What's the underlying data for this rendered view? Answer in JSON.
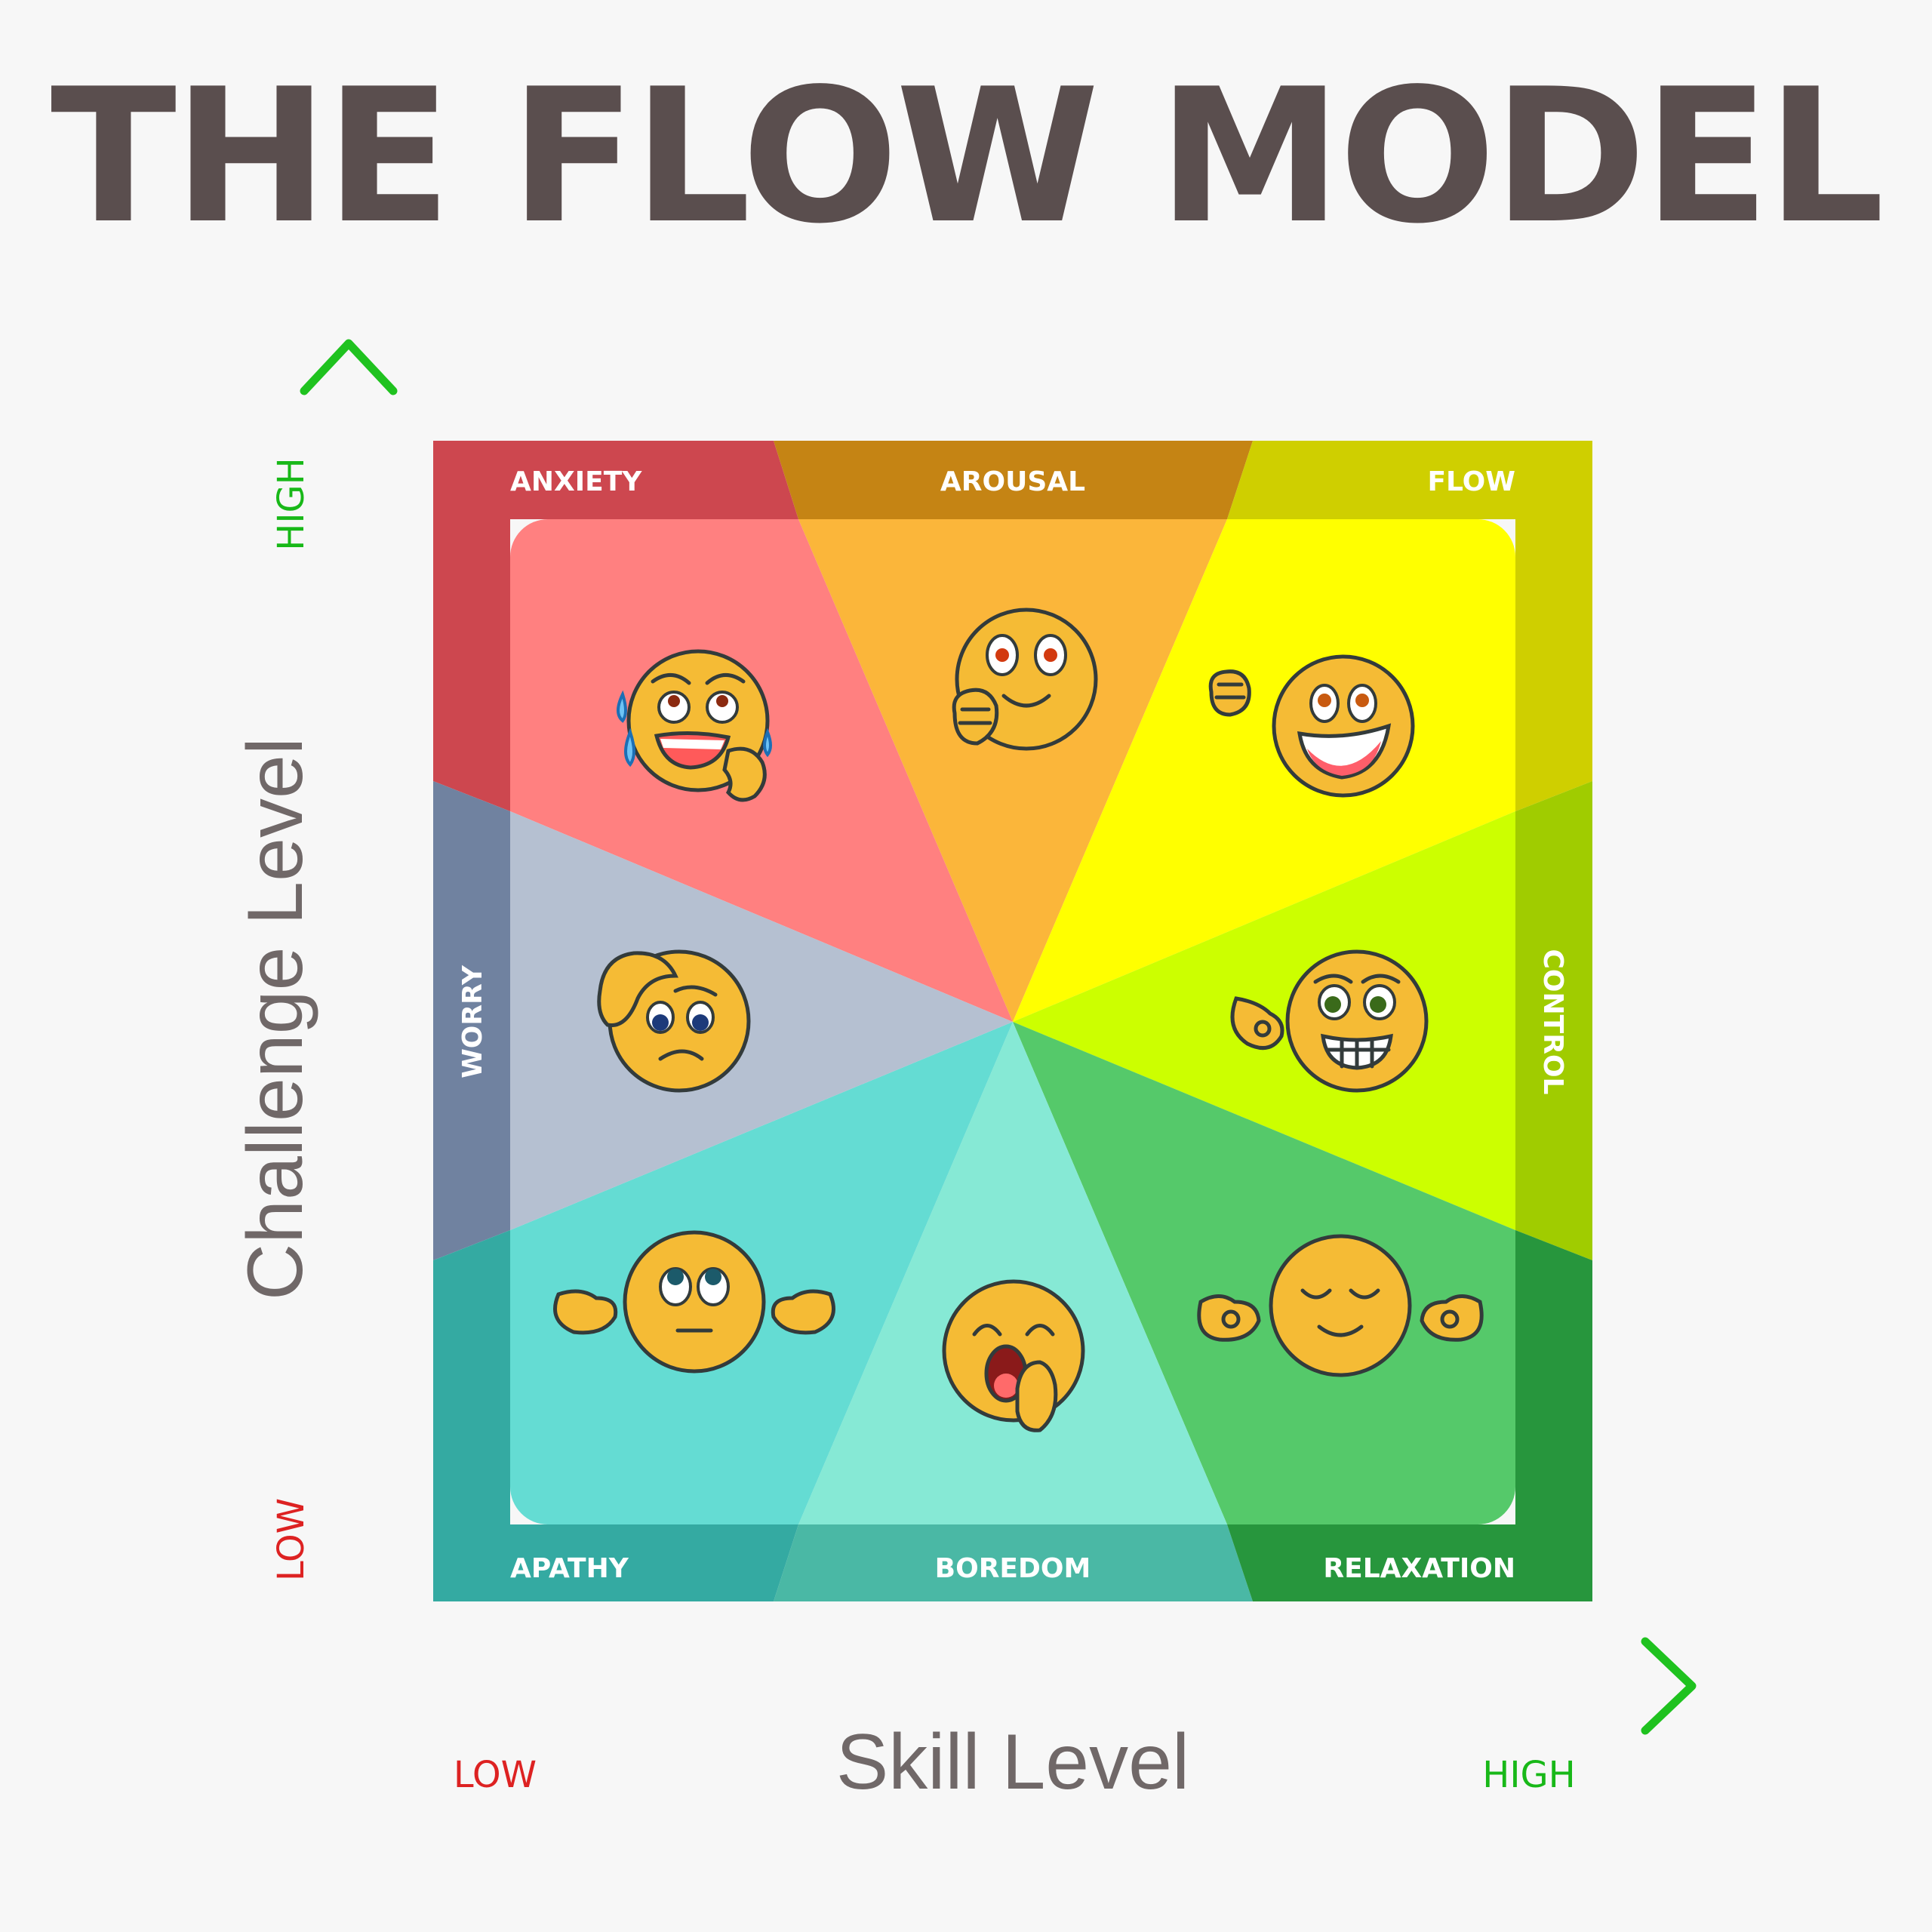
{
  "title": "THE FLOW MODEL",
  "axes": {
    "y": {
      "label": "Challenge Level",
      "low": "LOW",
      "high": "HIGH"
    },
    "x": {
      "label": "Skill Level",
      "low": "LOW",
      "high": "HIGH"
    }
  },
  "segments": {
    "anxiety": "ANXIETY",
    "arousal": "AROUSAL",
    "flow": "FLOW",
    "worry": "WORRY",
    "control": "CONTROL",
    "apathy": "APATHY",
    "boredom": "BOREDOM",
    "relaxation": "RELAXATION"
  },
  "colors": {
    "title": "#5a4e4e",
    "axis_low": "#dd2222",
    "axis_high": "#18b818",
    "anxiety": "#ff8080",
    "arousal": "#fbb63a",
    "flow": "#ffff00",
    "worry": "#b5c0d1",
    "control": "#ccff00",
    "apathy": "#64dcd3",
    "boredom": "#86e9d5",
    "relaxation": "#55c96a",
    "face": "#f5bb35"
  },
  "icons": {
    "anxiety": "nervous-sweat-face-icon",
    "arousal": "excited-fist-face-icon",
    "flow": "laughing-fist-face-icon",
    "worry": "worried-face-icon",
    "control": "grinning-ok-face-icon",
    "apathy": "shrug-face-icon",
    "boredom": "yawning-face-icon",
    "relaxation": "meditating-face-icon"
  }
}
